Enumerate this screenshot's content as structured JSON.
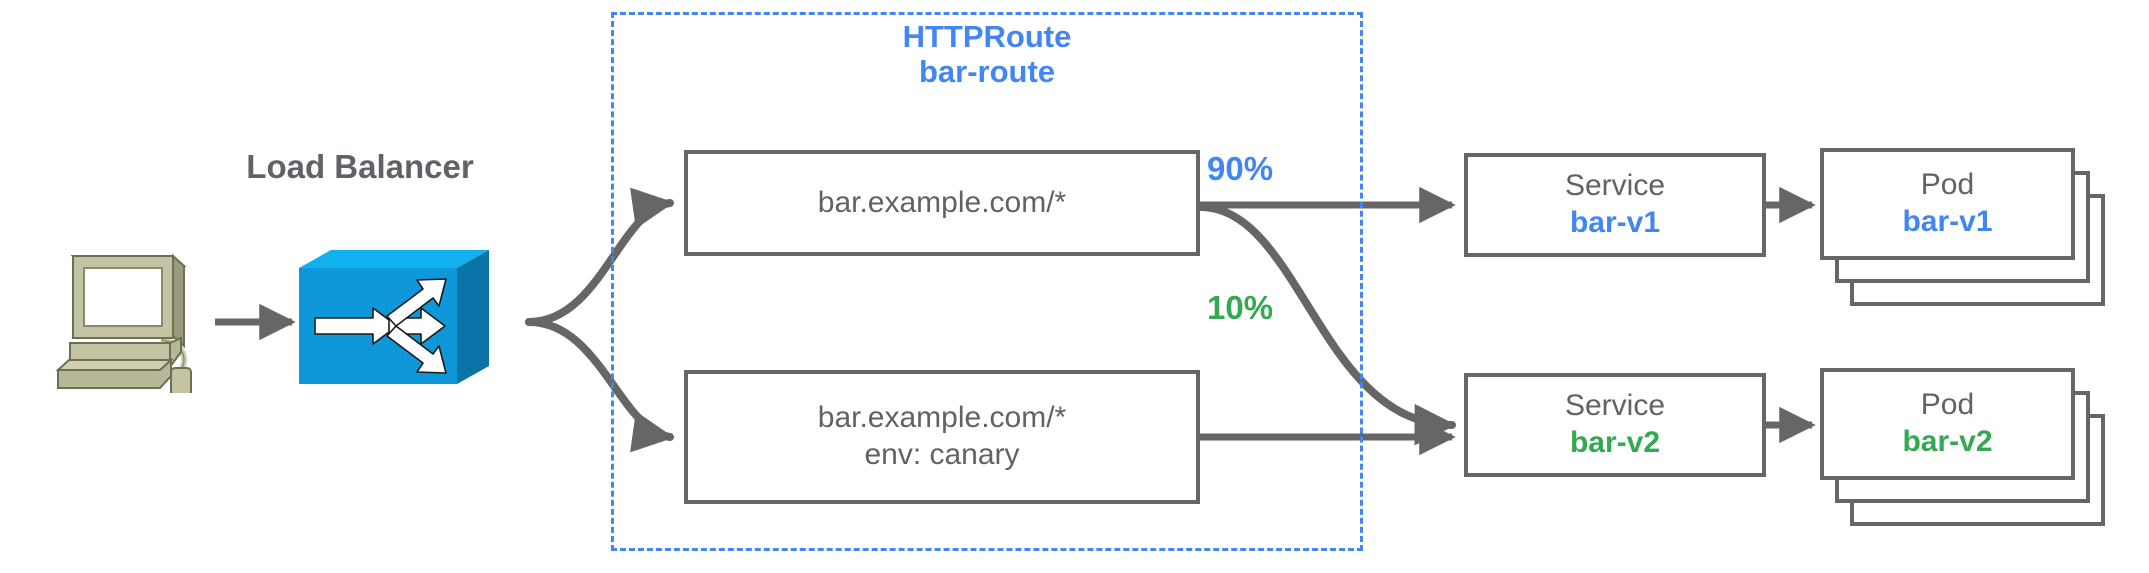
{
  "diagram": {
    "title": "HTTPRoute traffic splitting canary diagram",
    "colors": {
      "blue": "#4285f4",
      "green": "#34a853",
      "gray": "#5f6368",
      "border_gray": "#666666",
      "switch_blue": "#0f9bd7",
      "computer_beige": "#b5b58f"
    }
  },
  "client": {
    "icon": "desktop-computer-icon"
  },
  "load_balancer": {
    "label": "Load Balancer",
    "icon": "network-switch-icon"
  },
  "route_group": {
    "kind_label": "HTTPRoute",
    "name_label": "bar-route"
  },
  "matches": [
    {
      "id": "match-primary",
      "line1": "bar.example.com/*",
      "line2": ""
    },
    {
      "id": "match-canary",
      "line1": "bar.example.com/*",
      "line2": "env: canary"
    }
  ],
  "weights": [
    {
      "id": "weight-90",
      "label": "90%",
      "color": "#4285f4"
    },
    {
      "id": "weight-10",
      "label": "10%",
      "color": "#34a853"
    }
  ],
  "services": [
    {
      "id": "service-bar-v1",
      "kind": "Service",
      "name": "bar-v1",
      "accent": "blue"
    },
    {
      "id": "service-bar-v2",
      "kind": "Service",
      "name": "bar-v2",
      "accent": "green"
    }
  ],
  "pods": [
    {
      "id": "pod-bar-v1",
      "kind": "Pod",
      "name": "bar-v1",
      "accent": "blue",
      "replicas": 3
    },
    {
      "id": "pod-bar-v2",
      "kind": "Pod",
      "name": "bar-v2",
      "accent": "green",
      "replicas": 3
    }
  ]
}
